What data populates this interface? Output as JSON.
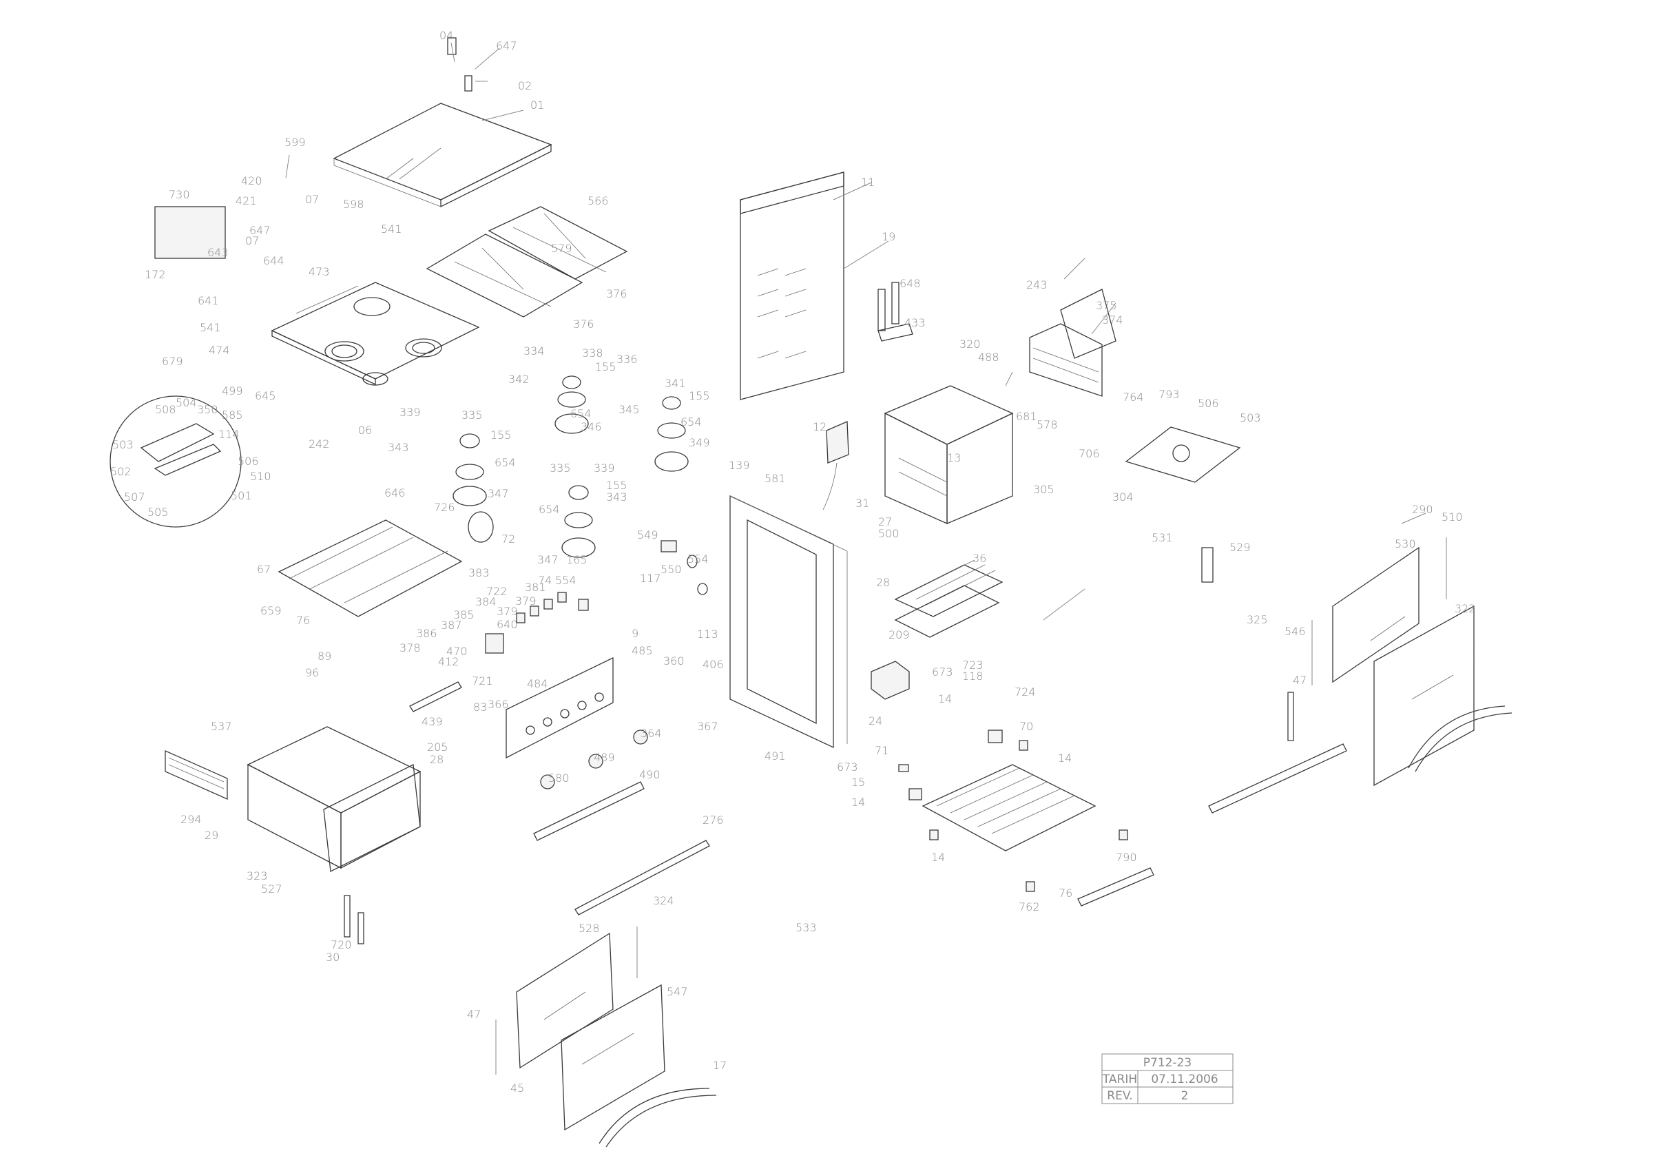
{
  "title_block": {
    "drawing_no": "P712-23",
    "date_label": "TARIH",
    "date_value": "07.11.2006",
    "rev_label": "REV.",
    "rev_value": "2"
  },
  "part_labels": [
    "04",
    "647",
    "02",
    "01",
    "599",
    "420",
    "421",
    "730",
    "598",
    "647",
    "07",
    "541",
    "473",
    "643",
    "644",
    "172",
    "641",
    "541",
    "474",
    "679",
    "645",
    "06",
    "499",
    "508",
    "504",
    "350",
    "585",
    "114",
    "503",
    "502",
    "506",
    "510",
    "507",
    "505",
    "501",
    "07",
    "566",
    "376",
    "376",
    "334",
    "338",
    "342",
    "155",
    "654",
    "346",
    "336",
    "341",
    "345",
    "155",
    "654",
    "349",
    "339",
    "335",
    "343",
    "155",
    "654",
    "347",
    "726",
    "335",
    "339",
    "654",
    "155",
    "343",
    "347",
    "165",
    "72",
    "646",
    "67",
    "659",
    "383",
    "722",
    "384",
    "385",
    "387",
    "386",
    "378",
    "381",
    "379",
    "379",
    "640",
    "74",
    "554",
    "549",
    "550",
    "554",
    "117",
    "113",
    "76",
    "89",
    "96",
    "470",
    "412",
    "721",
    "484",
    "9",
    "485",
    "83",
    "406",
    "366",
    "367",
    "364",
    "489",
    "580",
    "490",
    "360",
    "537",
    "439",
    "294",
    "29",
    "205",
    "28",
    "323",
    "527",
    "276",
    "324",
    "528",
    "547",
    "47",
    "45",
    "17",
    "720",
    "30",
    "533",
    "11",
    "579",
    "19",
    "139",
    "12",
    "581",
    "491",
    "24",
    "648",
    "433",
    "242",
    "243",
    "375",
    "374",
    "320",
    "488",
    "681",
    "578",
    "13",
    "31",
    "27",
    "500",
    "36",
    "28",
    "209",
    "723",
    "118",
    "673",
    "14",
    "724",
    "70",
    "71",
    "673",
    "15",
    "14",
    "14",
    "14",
    "790",
    "762",
    "76",
    "764",
    "793",
    "506",
    "503",
    "706",
    "305",
    "304",
    "531",
    "529",
    "290",
    "510",
    "530",
    "325",
    "546",
    "322",
    "47"
  ]
}
